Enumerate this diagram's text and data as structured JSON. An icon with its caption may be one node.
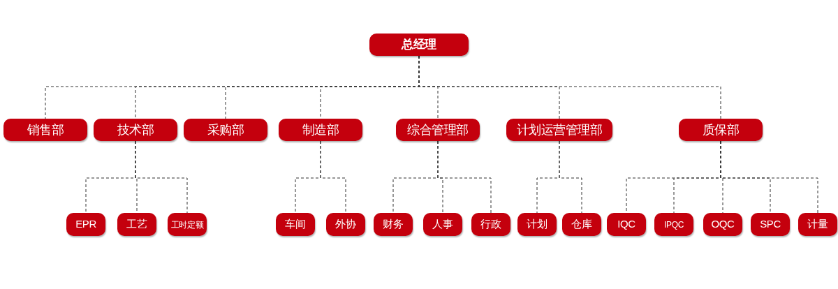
{
  "diagram": {
    "nodes": [
      {
        "text": [
          "总经理"
        ]
      },
      {
        "text": [
          "销售部"
        ]
      },
      {
        "text": [
          "技术部"
        ]
      },
      {
        "text": [
          "采购部"
        ]
      },
      {
        "text": [
          "制造部"
        ]
      },
      {
        "text": [
          "综合管理部"
        ]
      },
      {
        "text": [
          "计划运营管理部"
        ]
      },
      {
        "text": [
          "质保部"
        ]
      },
      {
        "text": [
          "EPR"
        ]
      },
      {
        "text": [
          "工艺"
        ]
      },
      {
        "text": [
          "工时定额"
        ]
      },
      {
        "text": [
          "车间"
        ]
      },
      {
        "text": [
          "外协"
        ]
      },
      {
        "text": [
          "财务"
        ]
      },
      {
        "text": [
          "人事"
        ]
      },
      {
        "text": [
          "行政"
        ]
      },
      {
        "text": [
          "计划"
        ]
      },
      {
        "text": [
          "仓库"
        ]
      },
      {
        "text": [
          "IQC"
        ]
      },
      {
        "text": [
          "IPQC"
        ]
      },
      {
        "text": [
          "OQC"
        ]
      },
      {
        "text": [
          "SPC"
        ]
      },
      {
        "text": [
          "计量"
        ]
      }
    ],
    "edges": [
      {
        "from": 0,
        "to": 1,
        "arrow": "none",
        "style": "dashed"
      },
      {
        "from": 0,
        "to": 2,
        "arrow": "none",
        "style": "dashed"
      },
      {
        "from": 0,
        "to": 3,
        "arrow": "none",
        "style": "dashed"
      },
      {
        "from": 0,
        "to": 4,
        "arrow": "none",
        "style": "dashed"
      },
      {
        "from": 0,
        "to": 5,
        "arrow": "none",
        "style": "dashed"
      },
      {
        "from": 0,
        "to": 6,
        "arrow": "none",
        "style": "dashed"
      },
      {
        "from": 0,
        "to": 7,
        "arrow": "none",
        "style": "dashed"
      },
      {
        "from": 2,
        "to": 8,
        "arrow": "none",
        "style": "dashed"
      },
      {
        "from": 2,
        "to": 9,
        "arrow": "none",
        "style": "dashed"
      },
      {
        "from": 2,
        "to": 10,
        "arrow": "none",
        "style": "dashed"
      },
      {
        "from": 4,
        "to": 11,
        "arrow": "none",
        "style": "dashed"
      },
      {
        "from": 4,
        "to": 12,
        "arrow": "none",
        "style": "dashed"
      },
      {
        "from": 5,
        "to": 13,
        "arrow": "none",
        "style": "dashed"
      },
      {
        "from": 5,
        "to": 14,
        "arrow": "none",
        "style": "dashed"
      },
      {
        "from": 5,
        "to": 15,
        "arrow": "none",
        "style": "dashed"
      },
      {
        "from": 6,
        "to": 16,
        "arrow": "none",
        "style": "dashed"
      },
      {
        "from": 6,
        "to": 17,
        "arrow": "none",
        "style": "dashed"
      },
      {
        "from": 7,
        "to": 18,
        "arrow": "none",
        "style": "dashed"
      },
      {
        "from": 7,
        "to": 19,
        "arrow": "none",
        "style": "dashed"
      },
      {
        "from": 7,
        "to": 20,
        "arrow": "none",
        "style": "dashed"
      },
      {
        "from": 7,
        "to": 21,
        "arrow": "none",
        "style": "dashed"
      },
      {
        "from": 7,
        "to": 22,
        "arrow": "none",
        "style": "dashed"
      }
    ]
  }
}
